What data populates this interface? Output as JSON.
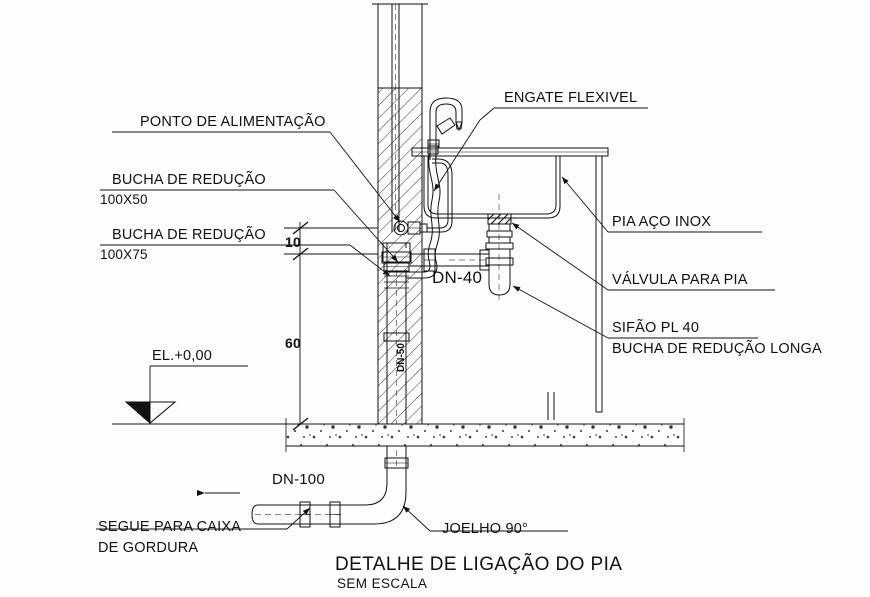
{
  "drawing": {
    "title": "DETALHE DE LIGAÇÃO DO PIA",
    "subtitle": "SEM ESCALA",
    "background_color": "#fdfdfd",
    "line_color": "#111111"
  },
  "annotations": {
    "ponto_alimentacao": "PONTO DE ALIMENTAÇÃO",
    "bucha_reducao_1": "BUCHA DE REDUÇÃO",
    "bucha_reducao_1_size": "100X50",
    "bucha_reducao_2": "BUCHA DE REDUÇÃO",
    "bucha_reducao_2_size": "100X75",
    "engate_flexivel": "ENGATE FLEXIVEL",
    "pia_aco_inox": "PIA AÇO INOX",
    "valvula_para_pia": "VÁLVULA PARA PIA",
    "sifao_pl_40": "SIFÃO PL 40",
    "bucha_reducao_longa": "BUCHA DE REDUÇÃO LONGA",
    "segue_para_caixa": "SEGUE PARA CAIXA",
    "de_gordura": "DE GORDURA",
    "joelho_90": "JOELHO 90°"
  },
  "pipe_labels": {
    "dn_40": "DN-40",
    "dn_100": "DN-100",
    "dn_50_vertical": "DN-50"
  },
  "dimensions": {
    "dim_10": "10",
    "dim_60": "60",
    "elevation": "EL.+0,00"
  }
}
